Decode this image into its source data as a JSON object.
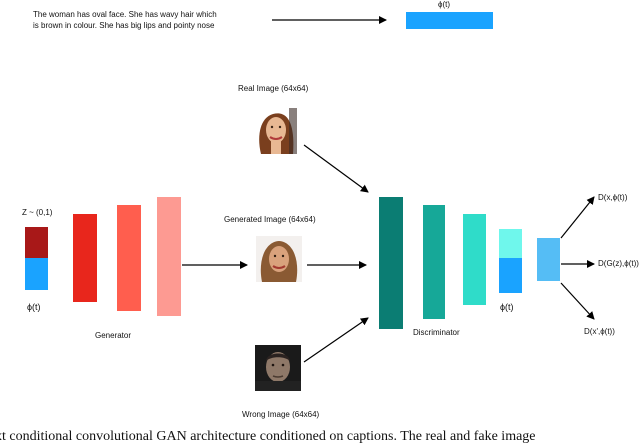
{
  "text_input": {
    "line1": "The woman has oval face. She has wavy hair which",
    "line2": "is brown in colour. She has big lips and pointy nose"
  },
  "embedding_label_top": "ϕ(t)",
  "noise_label": "Z ~ (0,1)",
  "embedding_label_left": "ϕ(t)",
  "generator_label": "Generator",
  "real_image_label": "Real Image (64x64)",
  "generated_image_label": "Generated Image (64x64)",
  "wrong_image_label": "Wrong Image (64x64)",
  "discriminator_label": "Discriminator",
  "embedding_label_disc": "ϕ(t)",
  "outputs": {
    "top": "D(x,ϕ(t))",
    "middle": "D(G(z),ϕ(t))",
    "bottom": "D(x',ϕ(t))"
  },
  "caption_fragment": "xt conditional convolutional GAN architecture conditioned on captions. The real and fake image",
  "colors": {
    "embedding_blue": "#1aa3ff",
    "noise_red": "#a81818",
    "gen_layer1": "#e8261c",
    "gen_layer2": "#ff5e4e",
    "gen_layer3": "#fd9a92",
    "disc_layer1": "#0b7d73",
    "disc_layer2": "#16a898",
    "disc_layer3": "#2fdcc9",
    "disc_concat_top": "#6ff7ec",
    "output_block": "#55bdf5"
  }
}
